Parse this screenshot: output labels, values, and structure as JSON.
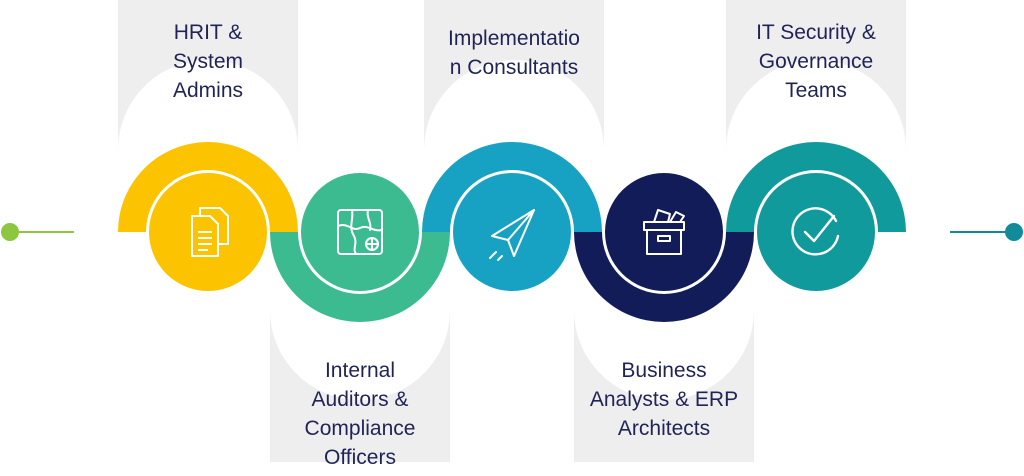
{
  "stages": [
    {
      "label": "HRIT &\nSystem\nAdmins",
      "icon": "documents-icon",
      "color": "#FBC300"
    },
    {
      "label": "Internal\nAuditors &\nCompliance\nOfficers",
      "icon": "map-icon",
      "color": "#3DBB90"
    },
    {
      "label": "Implementatio\nn Consultants",
      "icon": "paper-plane-icon",
      "color": "#17A2C3"
    },
    {
      "label": "Business\nAnalysts & ERP\nArchitects",
      "icon": "archive-box-icon",
      "color": "#111C58"
    },
    {
      "label": "IT Security &\nGovernance\nTeams",
      "icon": "check-circle-icon",
      "color": "#119A9C"
    }
  ],
  "colors": {
    "panel": "#eeeeee",
    "label_text": "#1f2456",
    "start_dot": "#8DC63F",
    "end_dot": "#128A9A"
  }
}
